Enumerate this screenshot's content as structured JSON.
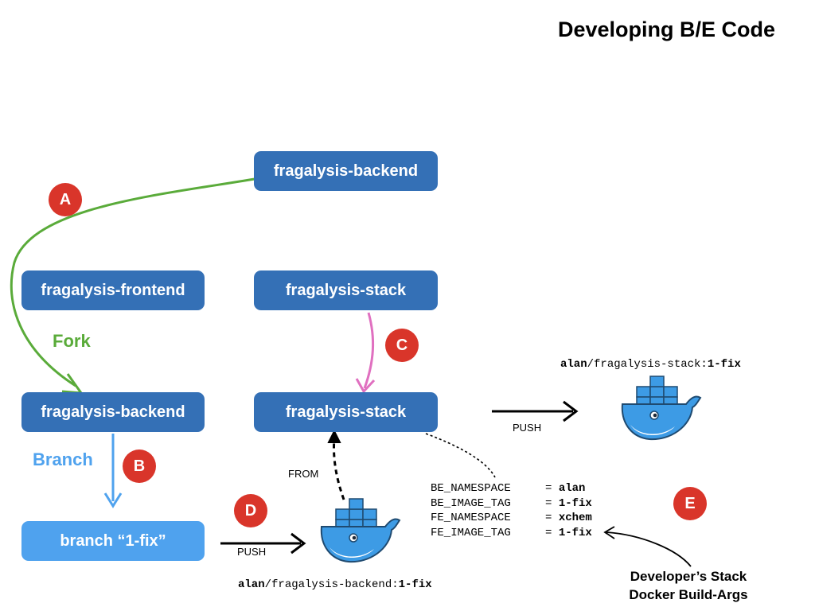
{
  "title": "Developing B/E Code",
  "boxes": {
    "backend_top": "fragalysis-backend",
    "frontend": "fragalysis-frontend",
    "stack_top": "fragalysis-stack",
    "backend_fork": "fragalysis-backend",
    "stack_dev": "fragalysis-stack",
    "branch": "branch “1-fix”"
  },
  "badges": {
    "a": "A",
    "b": "B",
    "c": "C",
    "d": "D",
    "e": "E"
  },
  "labels": {
    "fork": "Fork",
    "branch": "Branch",
    "push_stack": "PUSH",
    "push_backend": "PUSH",
    "from": "FROM"
  },
  "images": {
    "stack": {
      "namespace": "alan",
      "rest": "/fragalysis-stack:",
      "tag": "1-fix"
    },
    "backend": {
      "namespace": "alan",
      "rest": "/fragalysis-backend:",
      "tag": "1-fix"
    }
  },
  "build_args": [
    {
      "key": "BE_NAMESPACE",
      "eq": "= ",
      "value": "alan"
    },
    {
      "key": "BE_IMAGE_TAG",
      "eq": "= ",
      "value": "1-fix"
    },
    {
      "key": "FE_NAMESPACE",
      "eq": "= ",
      "value": "xchem"
    },
    {
      "key": "FE_IMAGE_TAG",
      "eq": "= ",
      "value": "1-fix"
    }
  ],
  "note": {
    "line1": "Developer’s Stack",
    "line2": "Docker Build-Args"
  },
  "colors": {
    "box_dark": "#3470b6",
    "box_light": "#4fa2ee",
    "badge": "#d9352a",
    "fork": "#5aab3a",
    "branch": "#4fa2ee",
    "c_arrow": "#e070c0",
    "whale": "#3d9be5"
  },
  "icons": {
    "docker": "docker-whale-icon"
  }
}
